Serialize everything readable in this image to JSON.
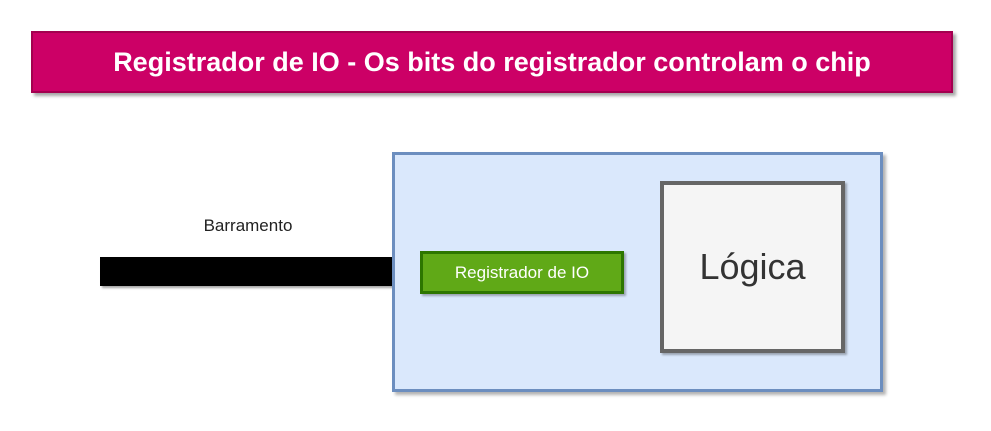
{
  "title": "Registrador de IO - Os bits do registrador controlam o chip",
  "bus": {
    "label": "Barramento"
  },
  "chip": {
    "register_label": "Registrador de IO",
    "logic_label": "Lógica"
  },
  "colors": {
    "title_background": "#cc0066",
    "chip_background": "#dae8fc",
    "chip_border": "#6c8ebf",
    "register_background": "#60a917",
    "register_border": "#2d7600",
    "logic_background": "#f5f5f5",
    "logic_border": "#666666",
    "bus": "#000000"
  }
}
